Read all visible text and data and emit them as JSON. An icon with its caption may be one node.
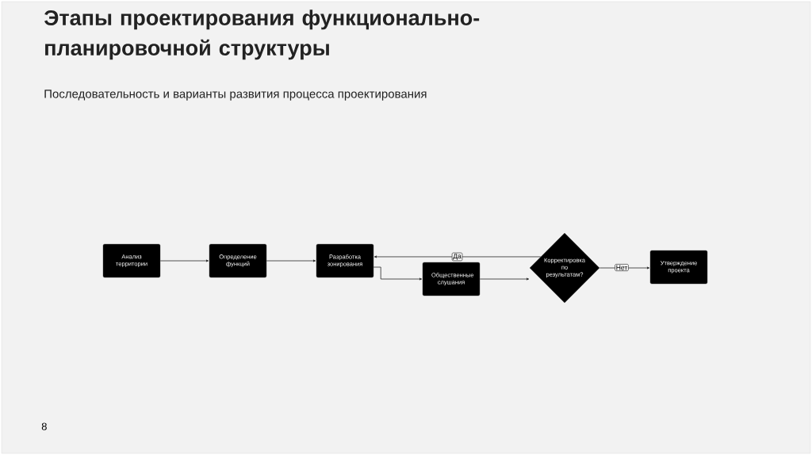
{
  "diagram": {
    "title": "Этапы проектирования функционально-планировочной структуры",
    "caption": "Последовательность и варианты развития процесса проектирования",
    "nodes": [
      {
        "text": [
          "Анализ территории"
        ]
      },
      {
        "text": [
          "Определение функций"
        ]
      },
      {
        "text": [
          "Разработка зонирования"
        ]
      },
      {
        "text": [
          "Общественные слушания"
        ]
      },
      {
        "text": [
          "Корректировка по результатам?"
        ]
      },
      {
        "text": [
          "Утверждение проекта"
        ]
      }
    ],
    "edges": [
      {
        "from": 0,
        "to": 1,
        "arrow": "to"
      },
      {
        "from": 1,
        "to": 2,
        "arrow": "to"
      },
      {
        "from": 2,
        "to": 3,
        "arrow": "to"
      },
      {
        "from": 3,
        "to": 4,
        "arrow": "to"
      },
      {
        "from": 4,
        "to": 2,
        "arrow": "to",
        "label": "Да"
      },
      {
        "from": 4,
        "to": 5,
        "arrow": "to",
        "label": "Нет"
      }
    ],
    "labels": [
      "8"
    ]
  }
}
